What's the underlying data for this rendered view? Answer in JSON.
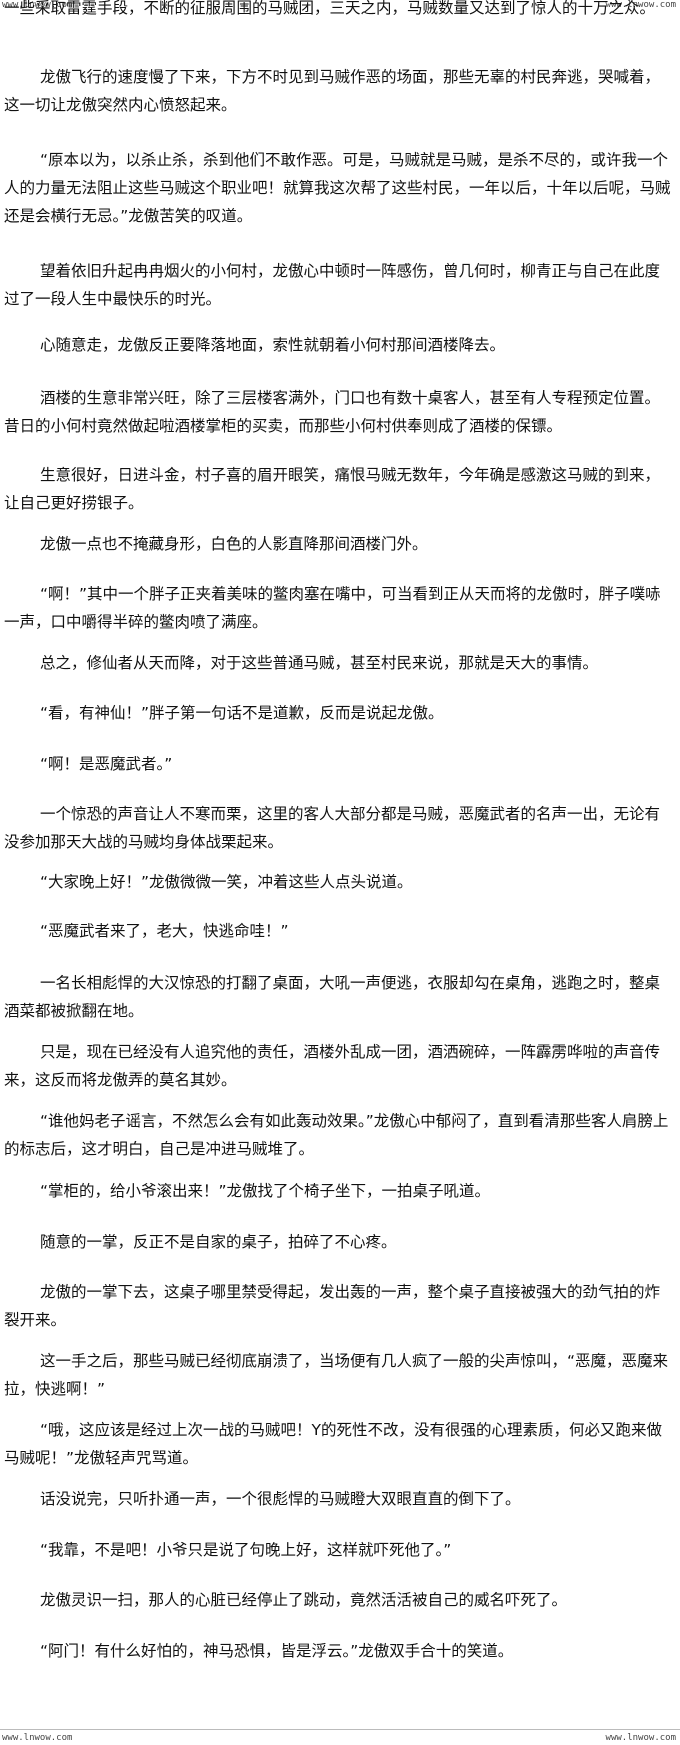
{
  "watermarks": {
    "top_left": "www.lnwow.com",
    "top_right": "www.lnwow.com",
    "bottom_left": "www.lnwow.com",
    "bottom_right": "www.lnwow.com"
  },
  "paragraphs": [
    "一些采取雷霆手段，不断的征服周围的马贼团，三天之内，马贼数量又达到了惊人的十万之众。",
    "龙傲飞行的速度慢了下来，下方不时见到马贼作恶的场面，那些无辜的村民奔逃，哭喊着，这一切让龙傲突然内心愤怒起来。",
    "“原本以为，以杀止杀，杀到他们不敢作恶。可是，马贼就是马贼，是杀不尽的，或许我一个人的力量无法阻止这些马贼这个职业吧！就算我这次帮了这些村民，一年以后，十年以后呢，马贼还是会横行无忌。”龙傲苦笑的叹道。",
    "望着依旧升起冉冉烟火的小何村，龙傲心中顿时一阵感伤，曾几何时，柳青正与自己在此度过了一段人生中最快乐的时光。",
    "心随意走，龙傲反正要降落地面，索性就朝着小何村那间酒楼降去。",
    "酒楼的生意非常兴旺，除了三层楼客满外，门口也有数十桌客人，甚至有人专程预定位置。昔日的小何村竟然做起啦酒楼掌柜的买卖，而那些小何村供奉则成了酒楼的保镖。",
    "生意很好，日进斗金，村子喜的眉开眼笑，痛恨马贼无数年，今年确是感激这马贼的到来，让自己更好捞银子。",
    "龙傲一点也不掩藏身形，白色的人影直降那间酒楼门外。",
    "“啊！”其中一个胖子正夹着美味的鳖肉塞在嘴中，可当看到正从天而将的龙傲时，胖子噗哧一声，口中嚼得半碎的鳖肉喷了满座。",
    "总之，修仙者从天而降，对于这些普通马贼，甚至村民来说，那就是天大的事情。",
    "“看，有神仙！”胖子第一句话不是道歉，反而是说起龙傲。",
    "“啊！是恶魔武者。”",
    "一个惊恐的声音让人不寒而栗，这里的客人大部分都是马贼，恶魔武者的名声一出，无论有没参加那天大战的马贼均身体战栗起来。",
    "“大家晚上好！”龙傲微微一笑，冲着这些人点头说道。",
    "“恶魔武者来了，老大，快逃命哇！”",
    "一名长相彪悍的大汉惊恐的打翻了桌面，大吼一声便逃，衣服却勾在桌角，逃跑之时，整桌酒菜都被掀翻在地。",
    "只是，现在已经没有人追究他的责任，酒楼外乱成一团，酒洒碗碎，一阵霹雳哗啦的声音传来，这反而将龙傲弄的莫名其妙。",
    "“谁他妈老子谣言，不然怎么会有如此轰动效果。”龙傲心中郁闷了，直到看清那些客人肩膀上的标志后，这才明白，自己是冲进马贼堆了。",
    "“掌柜的，给小爷滚出来！”龙傲找了个椅子坐下，一拍桌子吼道。",
    "随意的一掌，反正不是自家的桌子，拍碎了不心疼。",
    "龙傲的一掌下去，这桌子哪里禁受得起，发出轰的一声，整个桌子直接被强大的劲气拍的炸裂开来。",
    "这一手之后，那些马贼已经彻底崩溃了，当场便有几人疯了一般的尖声惊叫，“恶魔，恶魔来拉，快逃啊！”",
    "“哦，这应该是经过上次一战的马贼吧！Y的死性不改，没有很强的心理素质，何必又跑来做马贼呢！”龙傲轻声咒骂道。",
    "话没说完，只听扑通一声，一个很彪悍的马贼瞪大双眼直直的倒下了。",
    "“我靠，不是吧！小爷只是说了句晚上好，这样就吓死他了。”",
    "龙傲灵识一扫，那人的心脏已经停止了跳动，竟然活活被自己的威名吓死了。",
    "“阿门！有什么好怕的，神马恐惧，皆是浮云。”龙傲双手合十的笑道。"
  ]
}
